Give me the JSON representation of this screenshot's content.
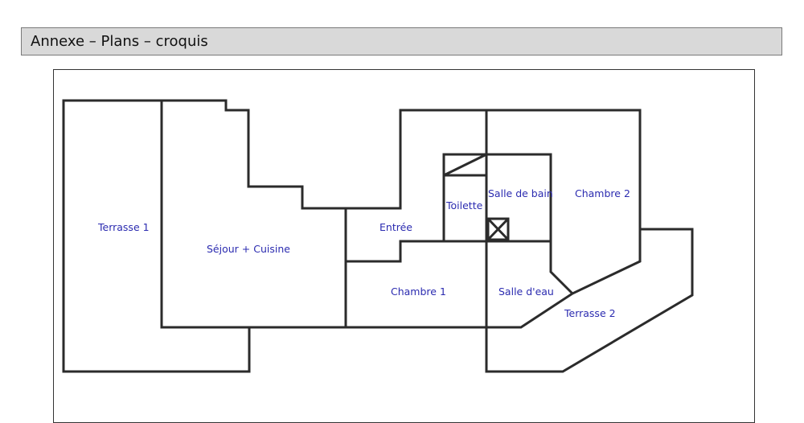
{
  "header": {
    "title": "Annexe – Plans – croquis"
  },
  "plan": {
    "rooms": [
      {
        "label": "Terrasse 1"
      },
      {
        "label": "Séjour + Cuisine"
      },
      {
        "label": "Entrée"
      },
      {
        "label": "Toilette"
      },
      {
        "label": "Salle de bain"
      },
      {
        "label": "Chambre 2"
      },
      {
        "label": "Chambre 1"
      },
      {
        "label": "Salle d'eau"
      },
      {
        "label": "Terrasse 2"
      }
    ]
  }
}
